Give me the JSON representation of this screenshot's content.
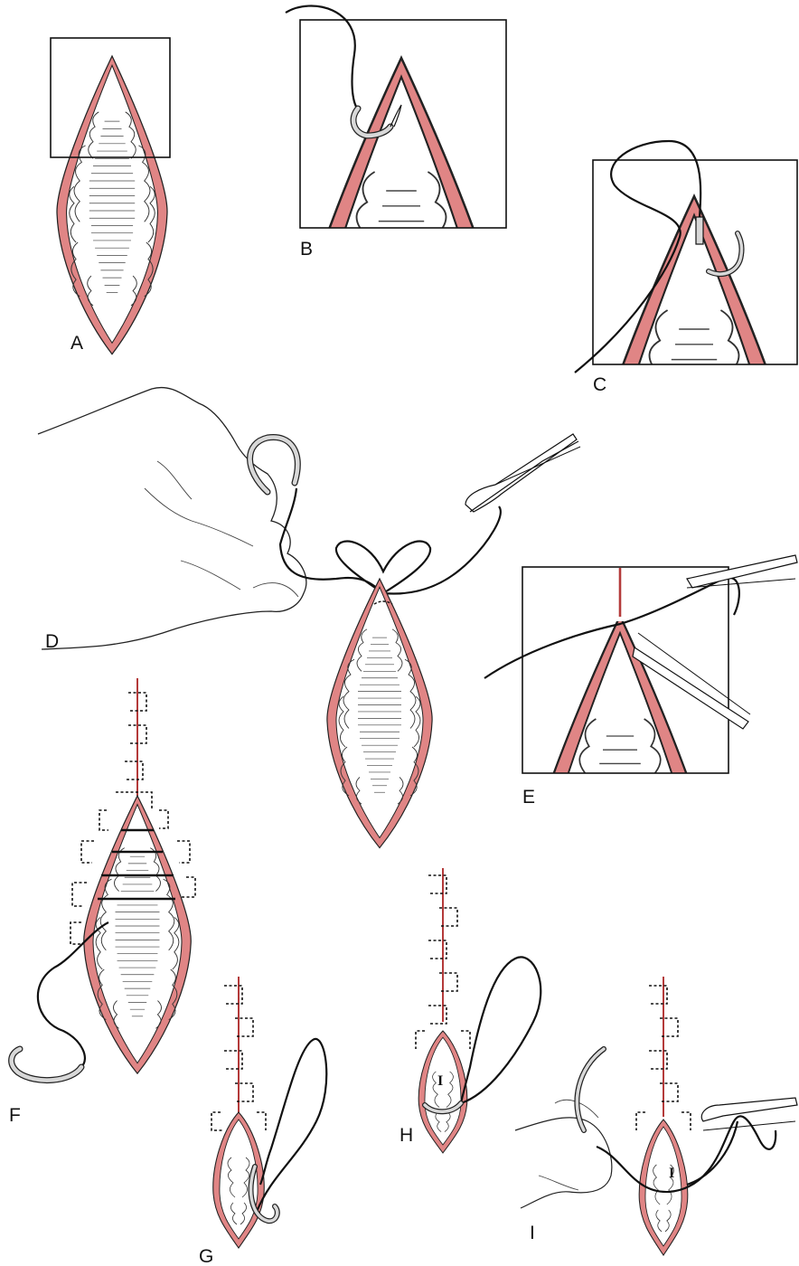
{
  "panels": [
    {
      "id": "a",
      "label": "A"
    },
    {
      "id": "b",
      "label": "B"
    },
    {
      "id": "c",
      "label": "C"
    },
    {
      "id": "d",
      "label": "D"
    },
    {
      "id": "e",
      "label": "E"
    },
    {
      "id": "f",
      "label": "F"
    },
    {
      "id": "g",
      "label": "G"
    },
    {
      "id": "h",
      "label": "H"
    },
    {
      "id": "i",
      "label": "I"
    }
  ],
  "stitch_mark": "I",
  "colors": {
    "skin_edge": "#e08585",
    "tissue_fill": "#ffffff",
    "ink": "#111111",
    "needle_metal": "#d8d8d8"
  }
}
